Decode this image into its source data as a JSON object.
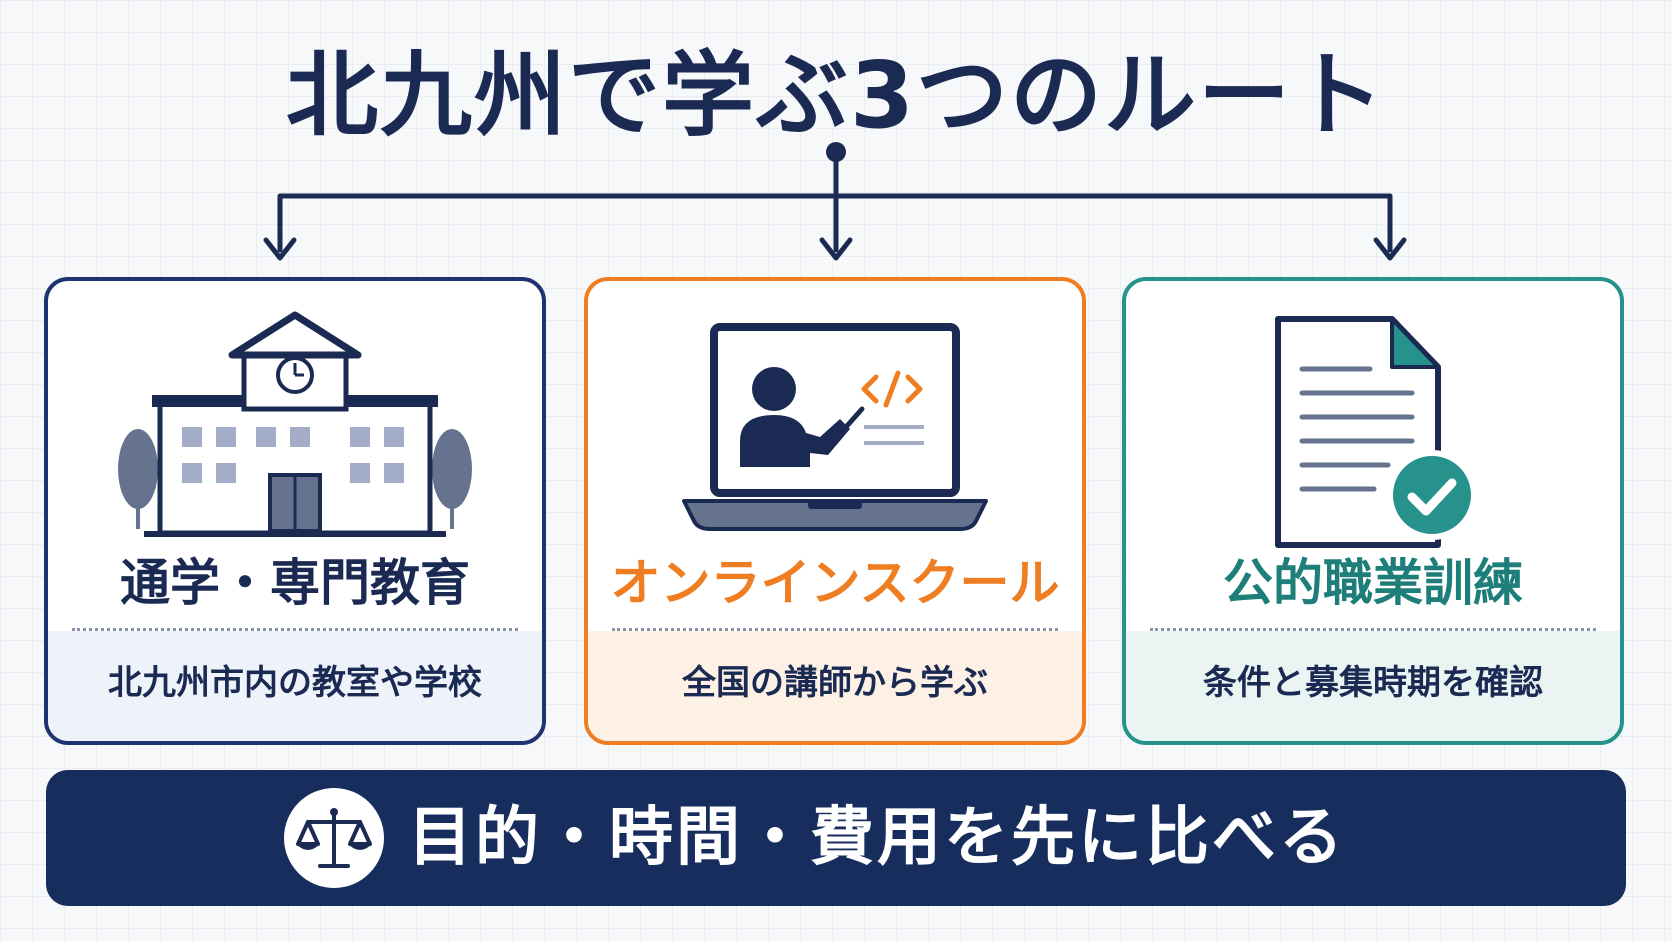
{
  "title": "北九州で学ぶ3つのルート",
  "colors": {
    "navy": "#1b2a52",
    "orange": "#ef7d22",
    "teal": "#27918c"
  },
  "routes": [
    {
      "heading": "通学・専門教育",
      "subtext": "北九州市内の教室や学校",
      "icon": "school-building-icon"
    },
    {
      "heading": "オンラインスクール",
      "subtext": "全国の講師から学ぶ",
      "icon": "laptop-teacher-icon"
    },
    {
      "heading": "公的職業訓練",
      "subtext": "条件と募集時期を確認",
      "icon": "document-check-icon"
    }
  ],
  "banner": {
    "text": "目的・時間・費用を先に比べる",
    "icon": "balance-scale-icon"
  }
}
